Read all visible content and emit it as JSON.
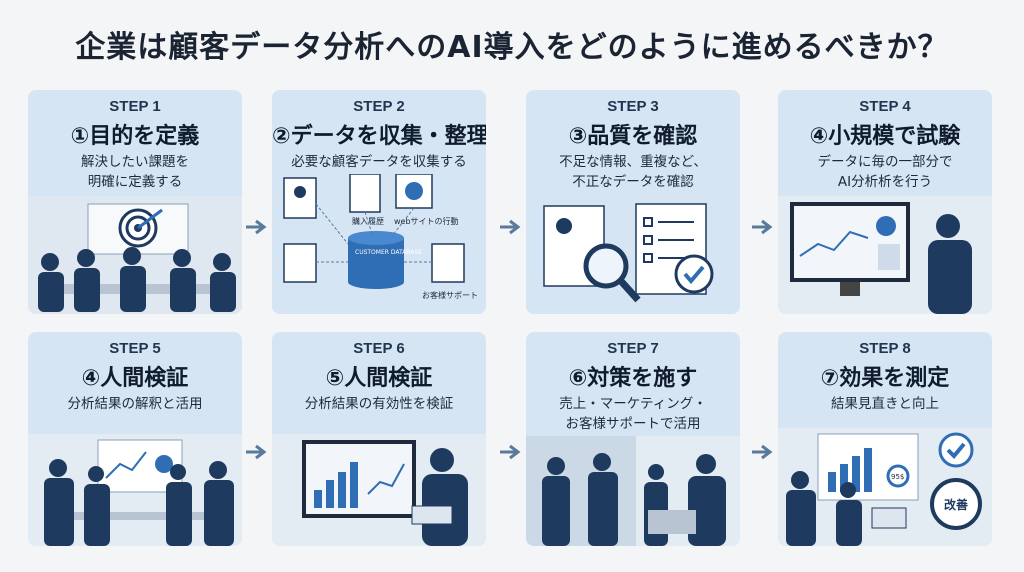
{
  "title": "企業は顧客データ分析へのAI導入をどのように進めるべきか？",
  "steps": [
    {
      "step": "STEP 1",
      "heading": "①目的を定義",
      "desc": [
        "解決したい課題を",
        "明確に定義する"
      ]
    },
    {
      "step": "STEP 2",
      "heading": "②データを収集・整理",
      "desc": [
        "必要な顧客データを収集する"
      ],
      "labels": {
        "purchase": "購入履歴",
        "web": "webサイトの行動",
        "db": "CUSTOMER DATABASE",
        "support": "お客様サポート"
      }
    },
    {
      "step": "STEP 3",
      "heading": "③品質を確認",
      "desc": [
        "不足な情報、重複など、",
        "不正なデータを確認"
      ]
    },
    {
      "step": "STEP 4",
      "heading": "④小規模で試験",
      "desc": [
        "データに毎の一部分で",
        "AI分析析を行う"
      ]
    },
    {
      "step": "STEP 5",
      "heading": "④人間検証",
      "desc": [
        "分析結果の解釈と活用"
      ]
    },
    {
      "step": "STEP 6",
      "heading": "⑤人間検証",
      "desc": [
        "分析結果の有効性を検証"
      ]
    },
    {
      "step": "STEP 7",
      "heading": "⑥対策を施す",
      "desc": [
        "売上・マーケティング・",
        "お客様サポートで活用"
      ]
    },
    {
      "step": "STEP 8",
      "heading": "⑦効果を測定",
      "desc": [
        "結果見直きと向上"
      ],
      "labels": {
        "improve": "改善",
        "pct": "95$"
      }
    }
  ],
  "colors": {
    "card": "#d6e5f3",
    "navy": "#1f3a5f",
    "arrow": "#5a7a9c",
    "accent": "#2f6db5"
  }
}
